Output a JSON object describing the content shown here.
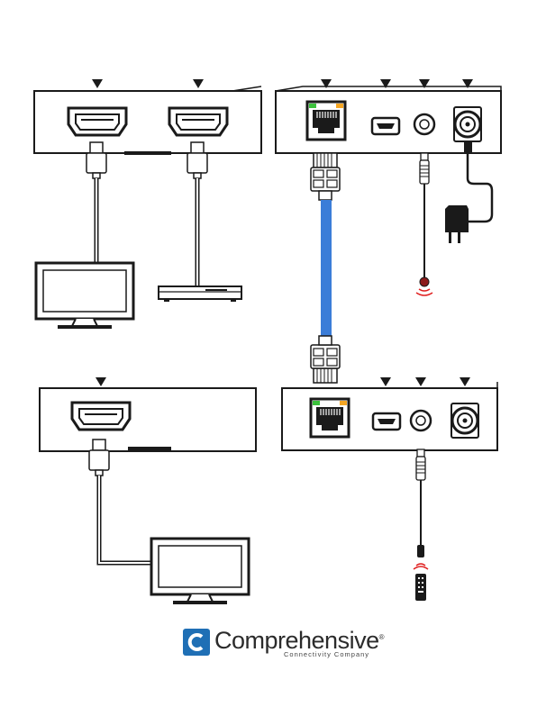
{
  "brand": {
    "name": "Comprehensive",
    "registered_mark": "®",
    "tagline": "Connectivity Company"
  },
  "colors": {
    "device_outline": "#1a1a1a",
    "cat_cable": "#3b7dd8",
    "led_green": "#3cc13c",
    "led_orange": "#f5a623",
    "ir_red": "#e02020",
    "logo_blue": "#1f6fb5"
  },
  "devices": [
    {
      "name": "top-left-device",
      "ports": [
        "hdmi-port",
        "hdmi-port"
      ]
    },
    {
      "name": "top-right-device",
      "ports": [
        "rj45-port",
        "micro-usb-port",
        "audio-jack-port",
        "dc-power-port"
      ]
    },
    {
      "name": "bottom-left-device",
      "ports": [
        "hdmi-port"
      ]
    },
    {
      "name": "bottom-right-device",
      "ports": [
        "rj45-port",
        "micro-usb-port",
        "audio-jack-port",
        "dc-power-port"
      ]
    }
  ],
  "peripherals": [
    "monitor",
    "source-box",
    "power-adapter",
    "ir-receiver",
    "monitor",
    "ir-blaster"
  ]
}
